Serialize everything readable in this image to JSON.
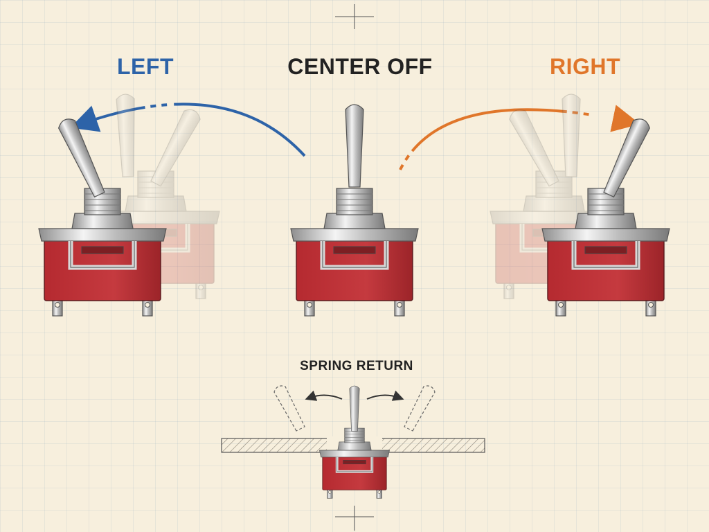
{
  "labels": {
    "left": "LEFT",
    "center": "CENTER OFF",
    "right": "RIGHT",
    "spring": "SPRING RETURN"
  },
  "colors": {
    "left_accent": "#2d63a8",
    "right_accent": "#e0762a",
    "center_text": "#222222",
    "switch_body": "#c0353a",
    "metal": "#c8c8c8",
    "background": "#f7efdd"
  },
  "positions": [
    "left",
    "center-off",
    "right"
  ],
  "features": [
    "spring-return"
  ]
}
